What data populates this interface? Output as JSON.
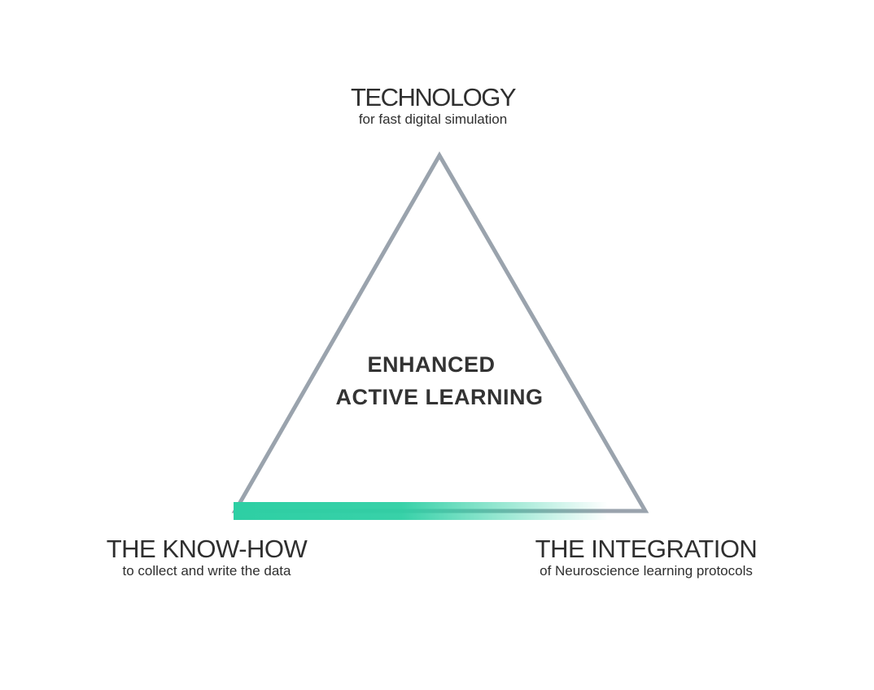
{
  "colors": {
    "triangle_stroke": "#9aa3ad",
    "accent": "#2ecfa4",
    "text": "#2f2f2f"
  },
  "top": {
    "title": "TECHNOLOGY",
    "subtitle": "for fast digital simulation"
  },
  "left": {
    "title": "THE KNOW-HOW",
    "subtitle": "to collect and write the data"
  },
  "right": {
    "title": "THE INTEGRATION",
    "subtitle": "of Neuroscience learning protocols"
  },
  "center": {
    "line1": "ENHANCED",
    "line2": "ACTIVE LEARNING"
  }
}
